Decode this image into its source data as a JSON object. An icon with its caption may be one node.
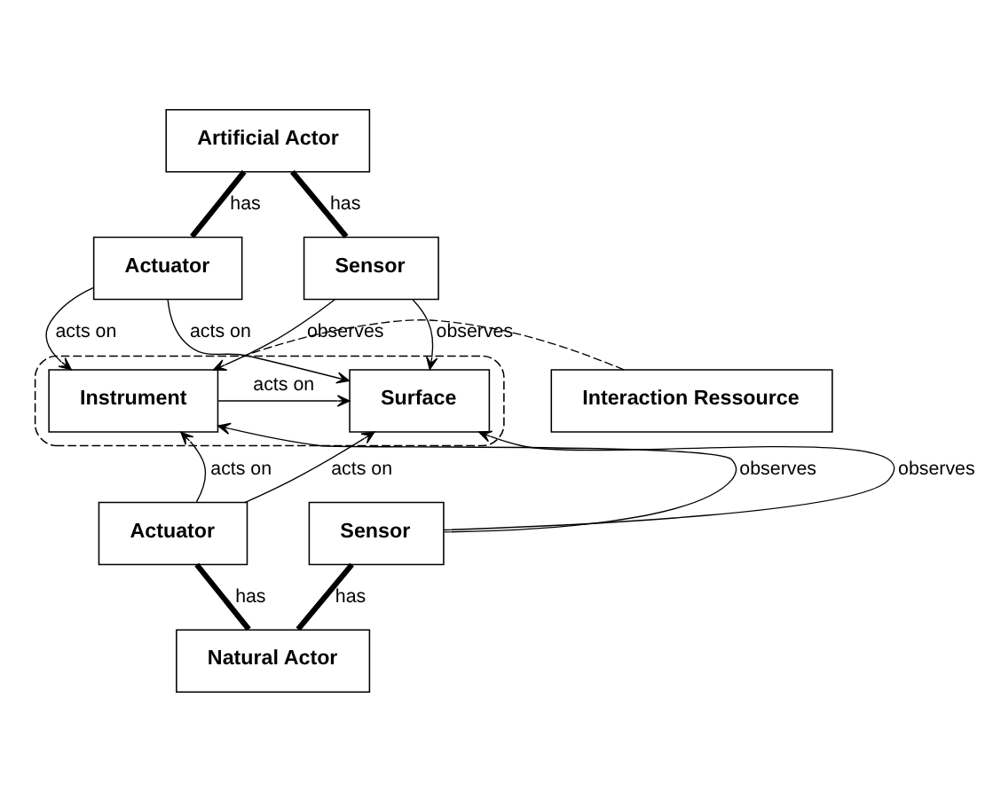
{
  "diagram": {
    "nodes": [
      {
        "text": [
          "Artificial Actor"
        ]
      },
      {
        "text": [
          "Actuator"
        ]
      },
      {
        "text": [
          "Sensor"
        ]
      },
      {
        "text": [
          "Interaction Ressource"
        ]
      },
      {
        "text": [],
        "shape": "box"
      },
      {
        "text": [
          "Instrument"
        ],
        "in": 4
      },
      {
        "text": [
          "Surface"
        ],
        "in": 4
      },
      {
        "text": [
          "Actuator"
        ]
      },
      {
        "text": [
          "Sensor"
        ]
      },
      {
        "text": [
          "Natural Actor"
        ]
      }
    ],
    "edges": [
      {
        "from": 0,
        "to": 1,
        "arrow": "none",
        "label": "has",
        "style": "thick"
      },
      {
        "from": 0,
        "to": 2,
        "arrow": "none",
        "label": "has",
        "style": "thick"
      },
      {
        "from": 1,
        "to": 5,
        "arrow": "to",
        "label": "acts on"
      },
      {
        "from": 1,
        "to": 6,
        "arrow": "to",
        "label": "acts on"
      },
      {
        "from": 2,
        "to": 5,
        "arrow": "to",
        "label": "observes"
      },
      {
        "from": 2,
        "to": 6,
        "arrow": "to",
        "label": "observes"
      },
      {
        "from": 3,
        "to": 4,
        "arrow": "none",
        "style": "dashed"
      },
      {
        "from": 5,
        "to": 6,
        "arrow": "to",
        "label": "acts on"
      },
      {
        "from": 7,
        "to": 5,
        "arrow": "to",
        "label": "acts on"
      },
      {
        "from": 7,
        "to": 6,
        "arrow": "to",
        "label": "acts on"
      },
      {
        "from": 8,
        "to": 5,
        "arrow": "to",
        "label": "observes"
      },
      {
        "from": 8,
        "to": 6,
        "arrow": "to",
        "label": "observes"
      },
      {
        "from": 7,
        "to": 9,
        "arrow": "none",
        "label": "has",
        "style": "thick"
      },
      {
        "from": 8,
        "to": 9,
        "arrow": "none",
        "label": "has",
        "style": "thick"
      }
    ]
  }
}
